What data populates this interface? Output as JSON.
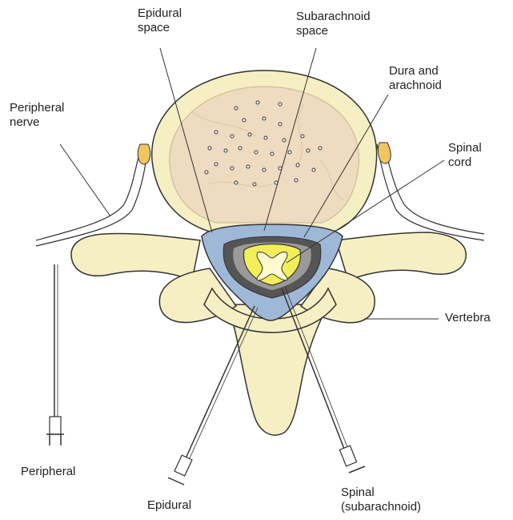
{
  "labels": {
    "epidural_space": [
      "Epidural",
      "space"
    ],
    "subarachnoid_space": [
      "Subarachnoid",
      "space"
    ],
    "dura_arachnoid": [
      "Dura and",
      "arachnoid"
    ],
    "peripheral_nerve": [
      "Peripheral",
      "nerve"
    ],
    "spinal_cord": [
      "Spinal",
      "cord"
    ],
    "vertebra": "Vertebra",
    "peripheral": "Peripheral",
    "epidural": "Epidural",
    "spinal_subarachnoid": [
      "Spinal",
      "(subarachnoid)"
    ]
  },
  "colors": {
    "bone": "#f6efc4",
    "vertebral_body_inner": "#eedbc0",
    "epidural_fat": "#9fb8d8",
    "dura": "#555555",
    "cord": "#f2ee5a",
    "outline": "#333333"
  }
}
